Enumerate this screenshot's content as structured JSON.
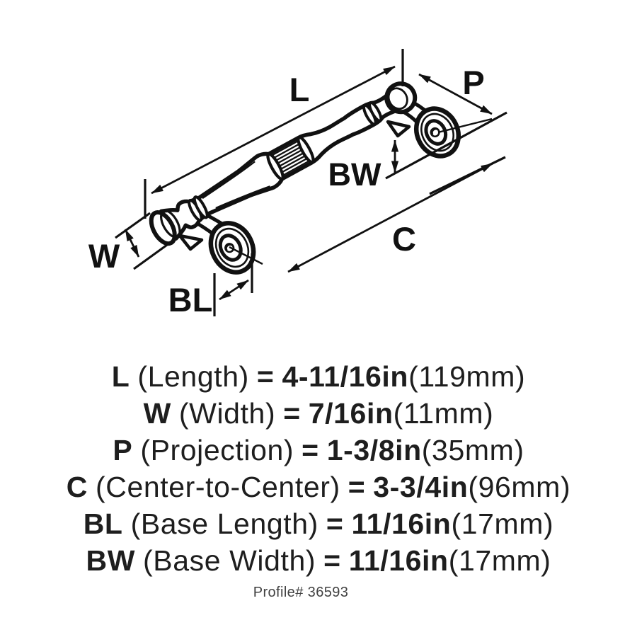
{
  "diagram": {
    "dim_labels": {
      "l": "L",
      "p": "P",
      "bw": "BW",
      "w": "W",
      "c": "C",
      "bl": "BL"
    }
  },
  "specs": [
    {
      "label": "L",
      "descriptor": "(Length)",
      "equals": "=",
      "imperial": "4-11/16in",
      "metric": "(119mm)"
    },
    {
      "label": "W",
      "descriptor": "(Width)",
      "equals": "=",
      "imperial": "7/16in",
      "metric": "(11mm)"
    },
    {
      "label": "P",
      "descriptor": "(Projection)",
      "equals": "=",
      "imperial": "1-3/8in",
      "metric": "(35mm)"
    },
    {
      "label": "C",
      "descriptor": "(Center-to-Center)",
      "equals": "=",
      "imperial": "3-3/4in",
      "metric": "(96mm)"
    },
    {
      "label": "BL",
      "descriptor": "(Base Length)",
      "equals": "=",
      "imperial": "11/16in",
      "metric": "(17mm)"
    },
    {
      "label": "BW",
      "descriptor": "(Base Width)",
      "equals": "=",
      "imperial": "11/16in",
      "metric": "(17mm)"
    }
  ],
  "footer": {
    "profile_label": "Profile# 36593"
  },
  "colors": {
    "ink": "#111111",
    "text": "#1e1e1e",
    "muted": "#414141",
    "paper": "#ffffff"
  }
}
